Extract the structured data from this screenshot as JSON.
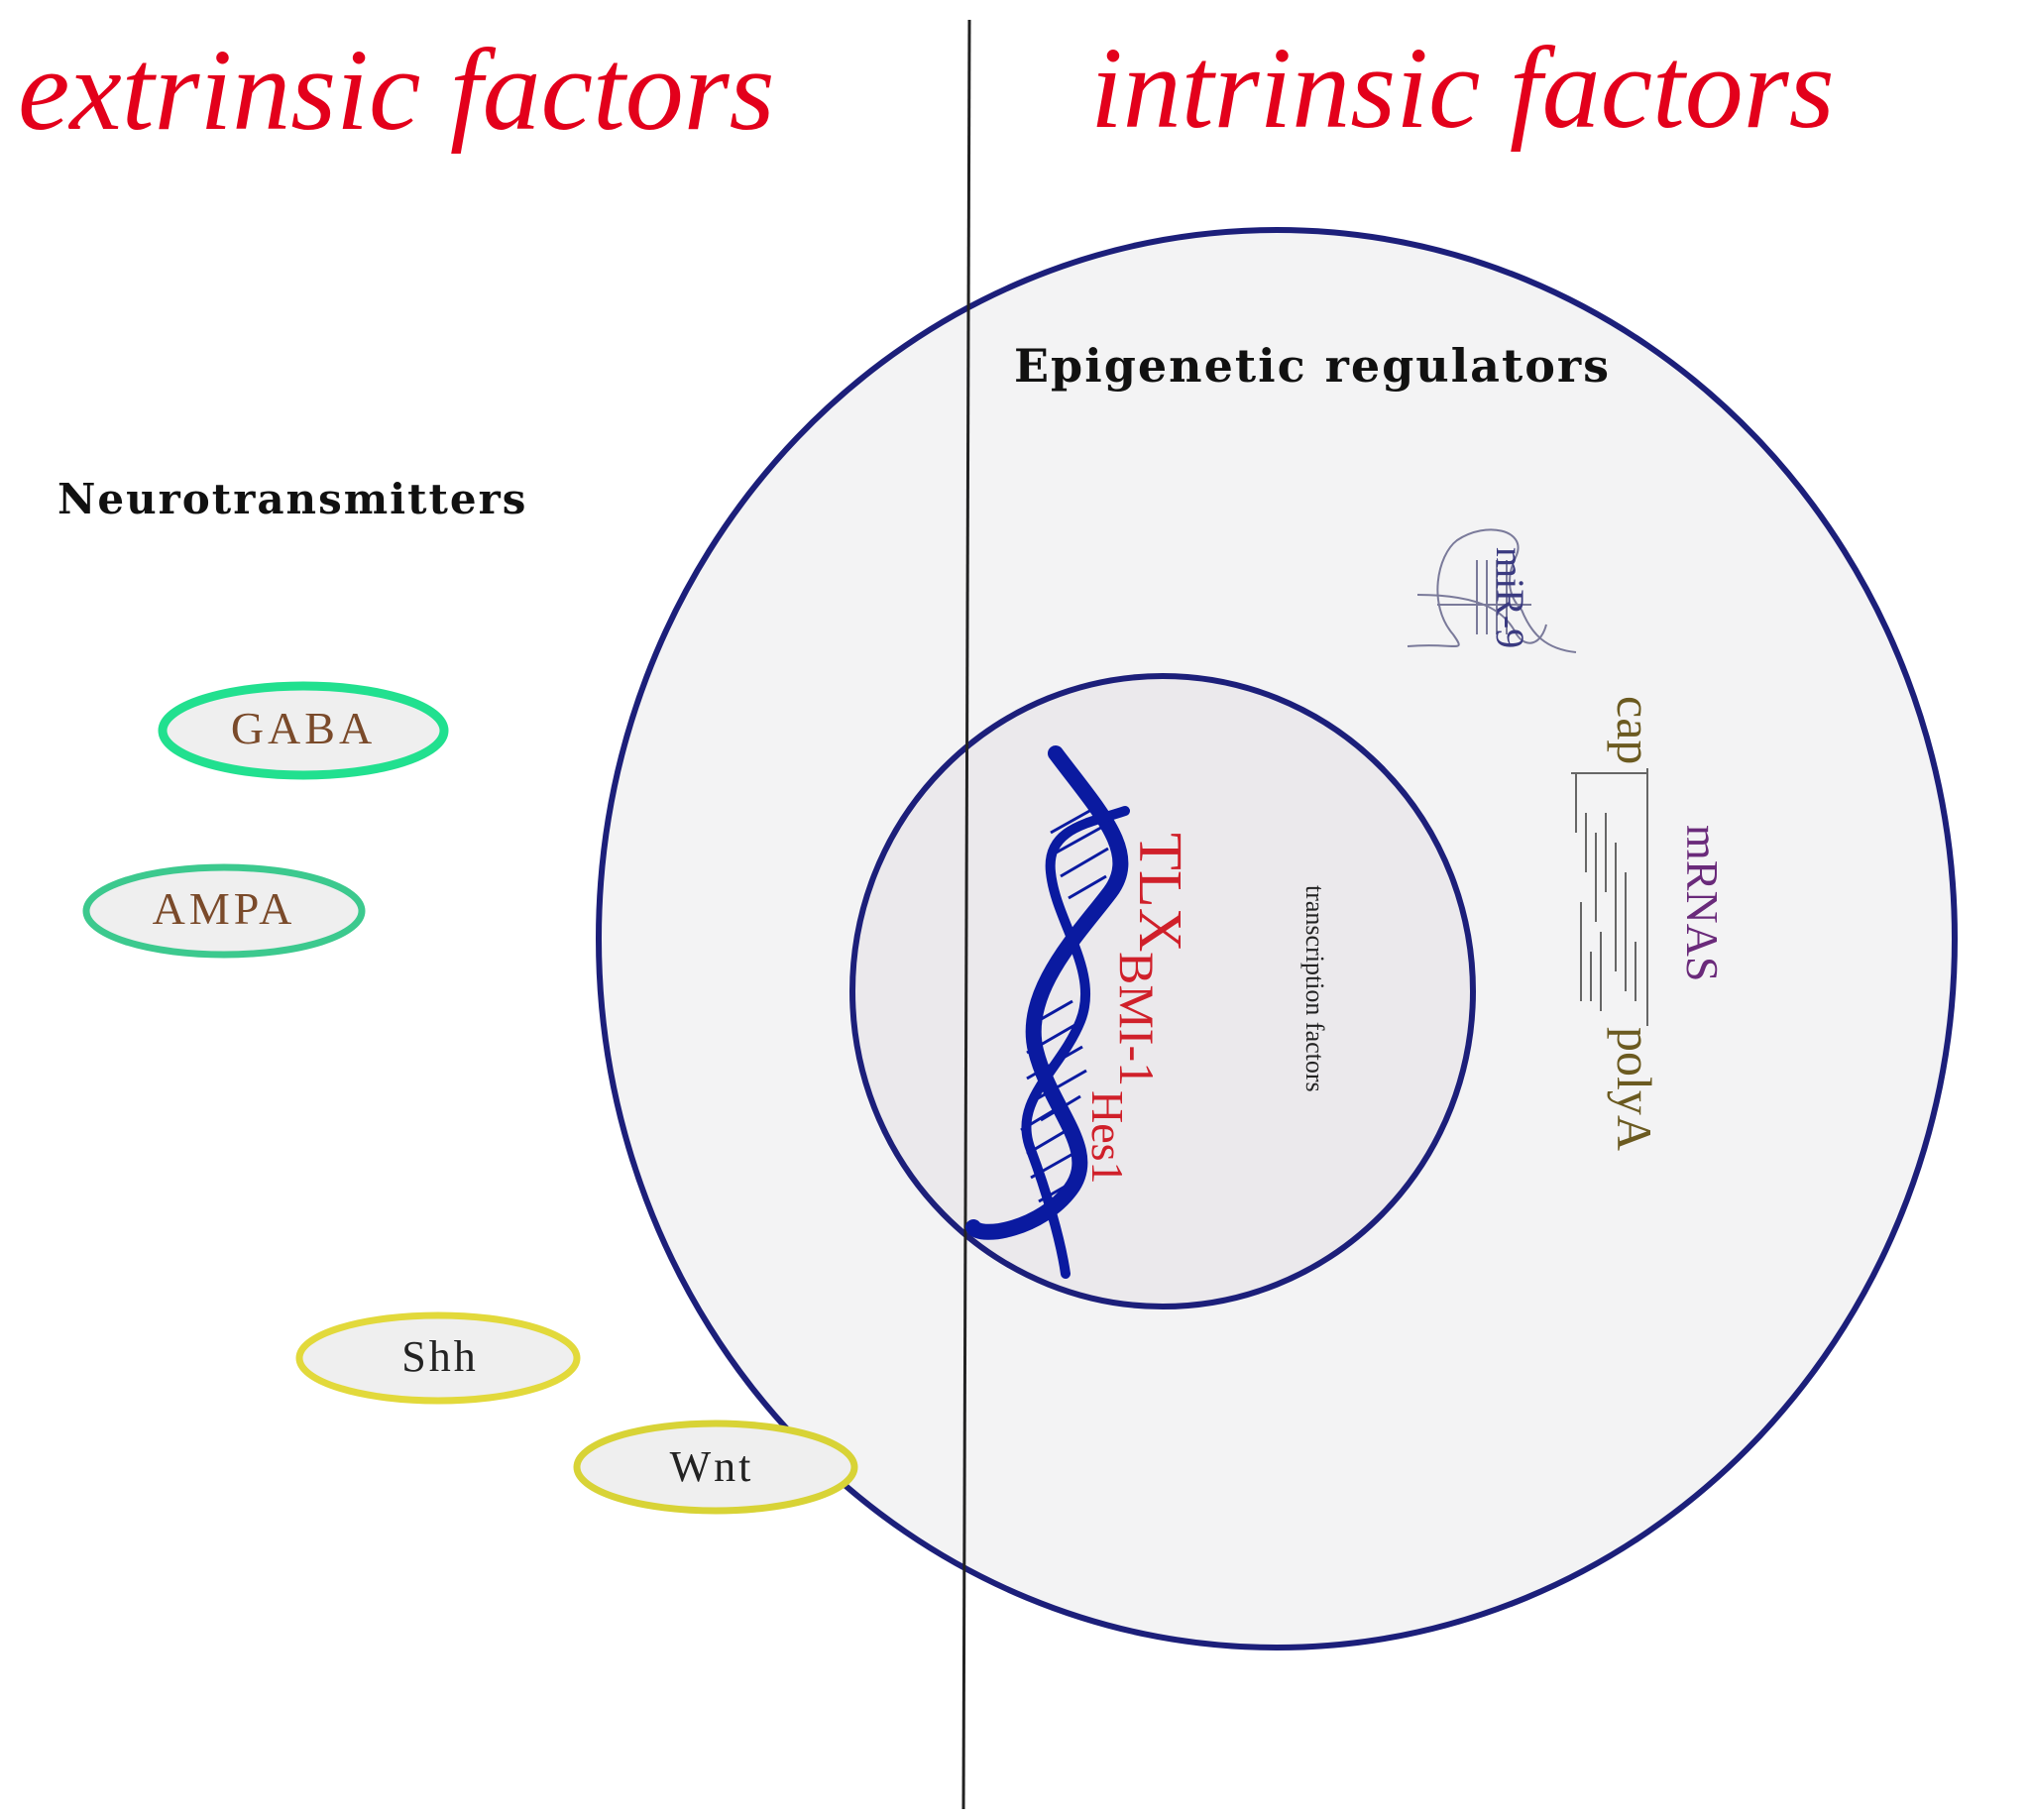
{
  "headings": {
    "left": "extrinsic factors",
    "right": "intrinsic factors"
  },
  "groups": {
    "neurotransmitters": "Neurotransmitters",
    "epigenetic": "Epigenetic regulators",
    "transcription": "transcription factors"
  },
  "factors": {
    "gaba": "GABA",
    "ampa": "AMPA",
    "shh": "Shh",
    "wnt": "Wnt",
    "tlx": "TLX",
    "bmi1": "BMI-1",
    "hes1": "Hes1",
    "mir9": "miR-9",
    "mrnas": "mRNAS",
    "cap": "cap",
    "polya": "polyA"
  },
  "colors": {
    "heading": "#e3001b",
    "circle_outline": "#1c1f7a",
    "dna": "#0a1aa0",
    "gaba_ring": "#21e08f",
    "ampa_ring": "#3cc98e",
    "shh_ring": "#e2d93b",
    "wnt_ring": "#d8d336",
    "label_brown": "#7a4a2a",
    "tf_red": "#d0202a",
    "mrna_purple": "#6a2a7a",
    "cap_olive": "#6b5a20",
    "mir_blue": "#3a3a80"
  }
}
